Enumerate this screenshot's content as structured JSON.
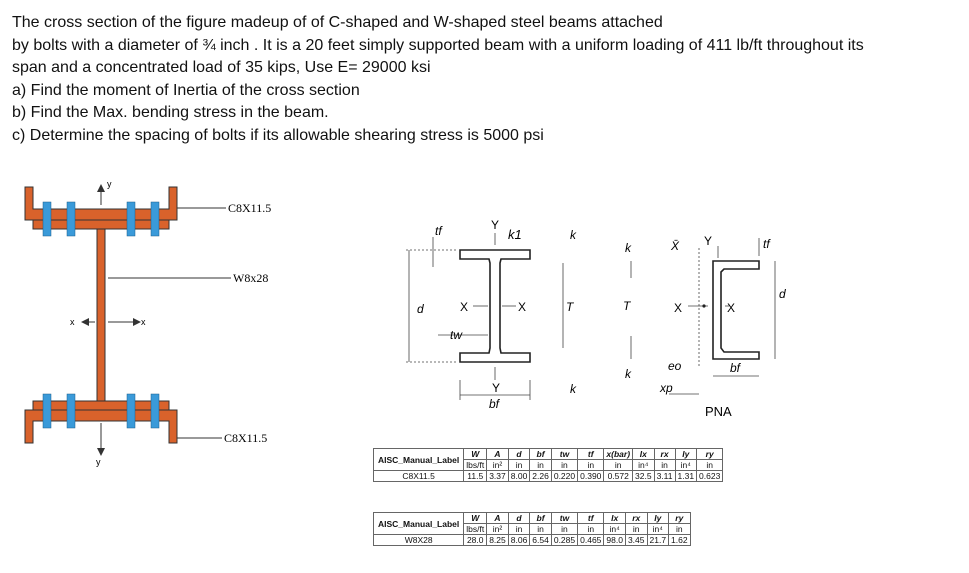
{
  "problem": {
    "lines": [
      "The cross section of the figure madeup of of C-shaped and W-shaped steel beams attached",
      "by bolts with a diameter of ¾ inch . It is a 20 feet simply supported beam with a uniform loading of 411 lb/ft throughout its",
      "span and a concentrated load of 35 kips, Use E= 29000 ksi",
      "a) Find the moment of Inertia of the cross section",
      "b) Find the Max. bending stress in the beam.",
      "c) Determine the spacing of bolts if its allowable shearing stress is 5000 psi"
    ]
  },
  "figure": {
    "label_top_channel": "C8X11.5",
    "label_web": "W8x28",
    "label_bottom_channel": "C8X11.5",
    "axis_y": "y",
    "axis_x": "x"
  },
  "wshape": {
    "tf": "tf",
    "Y": "Y",
    "k1": "k1",
    "k": "k",
    "d": "d",
    "X": "X",
    "tw": "tw",
    "T": "T",
    "bf": "bf"
  },
  "cshape": {
    "k": "k",
    "xbar": "X̄",
    "Y": "Y",
    "tf": "tf",
    "d": "d",
    "T": "T",
    "X": "X",
    "eo": "eo",
    "xp": "xp",
    "bf": "bf",
    "pna": "PNA"
  },
  "table_c": {
    "label": "AISC_Manual_Label",
    "headers": [
      "W",
      "A",
      "d",
      "bf",
      "tw",
      "tf",
      "x(bar)",
      "Ix",
      "rx",
      "Iy",
      "ry"
    ],
    "units": [
      "lbs/ft",
      "in²",
      "in",
      "in",
      "in",
      "in",
      "in",
      "in⁴",
      "in",
      "in⁴",
      "in"
    ],
    "row_label": "C8X11.5",
    "values": [
      "11.5",
      "3.37",
      "8.00",
      "2.26",
      "0.220",
      "0.390",
      "0.572",
      "32.5",
      "3.11",
      "1.31",
      "0.623"
    ]
  },
  "table_w": {
    "label": "AISC_Manual_Label",
    "headers": [
      "W",
      "A",
      "d",
      "bf",
      "tw",
      "tf",
      "Ix",
      "rx",
      "Iy",
      "ry"
    ],
    "units": [
      "lbs/ft",
      "in²",
      "in",
      "in",
      "in",
      "in",
      "in⁴",
      "in",
      "in⁴",
      "in"
    ],
    "row_label": "W8X28",
    "values": [
      "28.0",
      "8.25",
      "8.06",
      "6.54",
      "0.285",
      "0.465",
      "98.0",
      "3.45",
      "21.7",
      "1.62"
    ]
  },
  "colors": {
    "steel": "#d9622b",
    "bolt": "#3a9ad9",
    "outline": "#333333"
  }
}
